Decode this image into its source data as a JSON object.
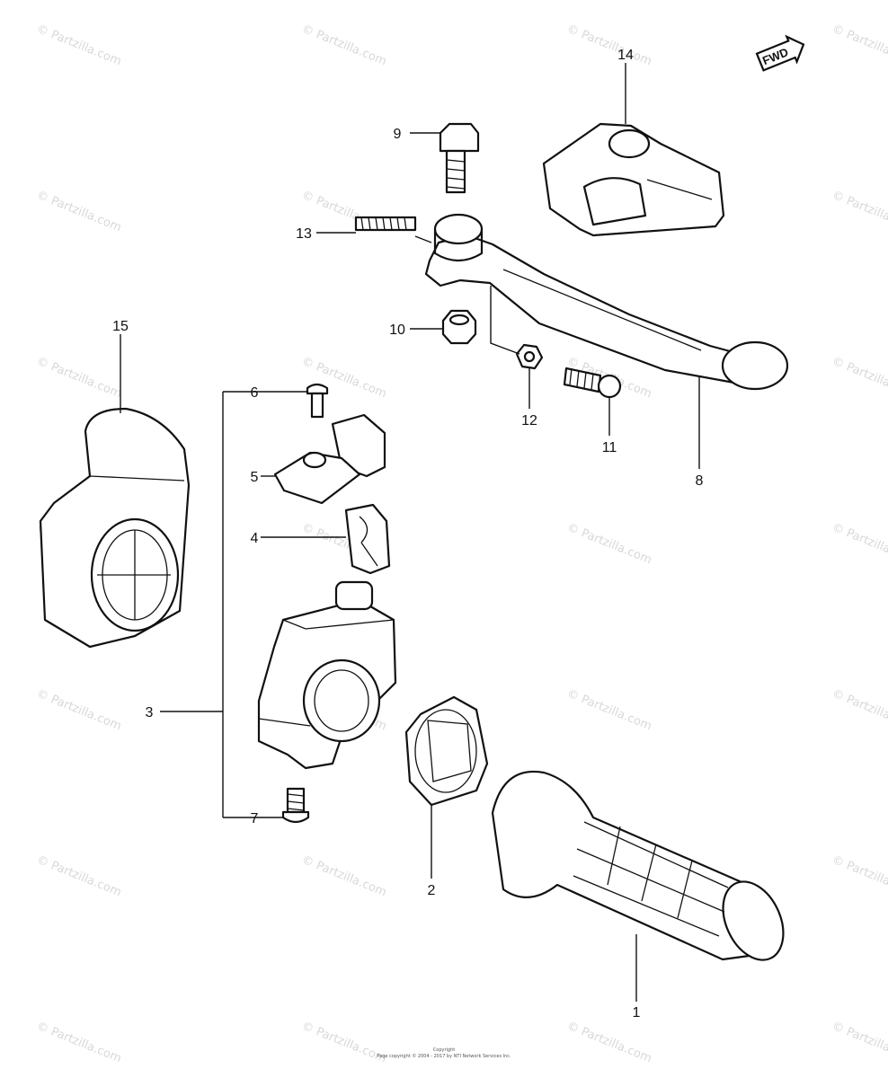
{
  "watermark": "© Partzilla.com",
  "badge": {
    "text": "FWD"
  },
  "callouts": [
    {
      "id": "14",
      "text": "14"
    },
    {
      "id": "9",
      "text": "9"
    },
    {
      "id": "13",
      "text": "13"
    },
    {
      "id": "15",
      "text": "15"
    },
    {
      "id": "10",
      "text": "10"
    },
    {
      "id": "12",
      "text": "12"
    },
    {
      "id": "11",
      "text": "11"
    },
    {
      "id": "8",
      "text": "8"
    },
    {
      "id": "6",
      "text": "6"
    },
    {
      "id": "5",
      "text": "5"
    },
    {
      "id": "4",
      "text": "4"
    },
    {
      "id": "3",
      "text": "3"
    },
    {
      "id": "7",
      "text": "7"
    },
    {
      "id": "2",
      "text": "2"
    },
    {
      "id": "1",
      "text": "1"
    }
  ],
  "footer": {
    "line1": "Copyright",
    "line2": "Page copyright © 2004 - 2017 by NTI Network Services Inc."
  }
}
